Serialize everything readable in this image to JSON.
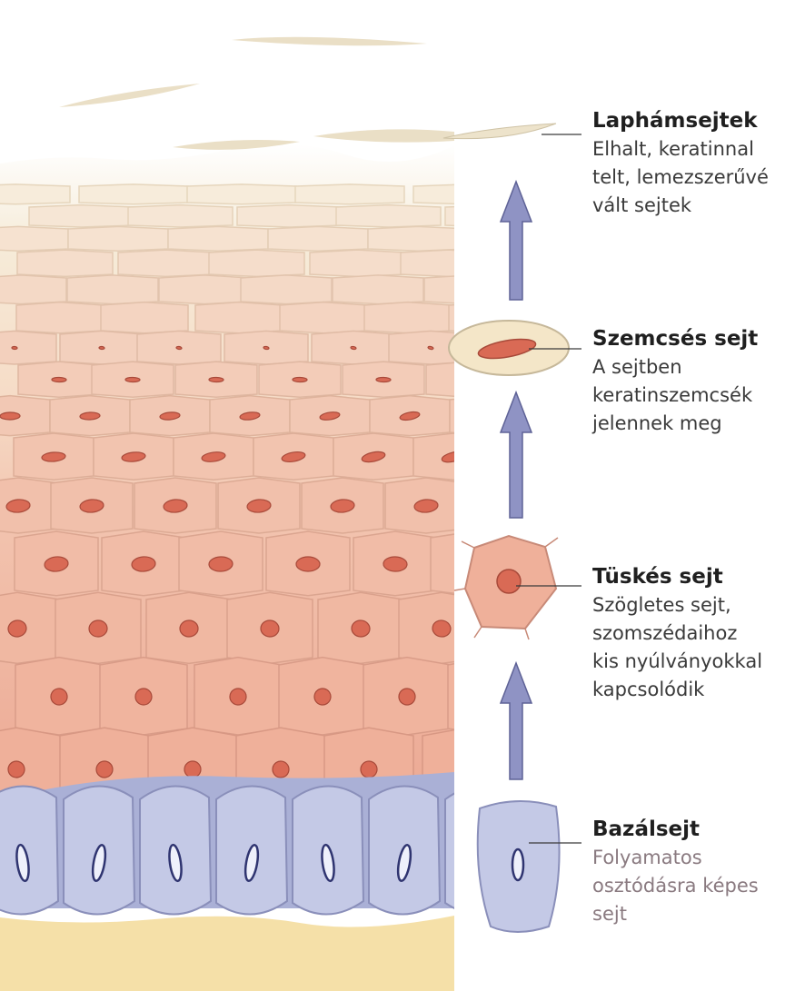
{
  "labels": [
    {
      "title": "Laphámsejtek",
      "desc": "Elhalt, keratinnal\ntelt, lemezszerűvé\nvált sejtek"
    },
    {
      "title": "Szemcsés sejt",
      "desc": "A sejtben\nkeratinszemcsék\njelennek meg"
    },
    {
      "title": "Tüskés sejt",
      "desc": "Szögletes sejt,\nszomszédaihoz\nkis nyúlványokkal\nkapcsolódik"
    },
    {
      "title": "Bazálsejt",
      "desc": "Folyamatos\nosztódásra képes\nsejt"
    }
  ],
  "colors": {
    "arrow": "#8f93c4",
    "arrow_outline": "#5e6296",
    "spinous": "#efb09a",
    "granular": "#f4e1c6",
    "basal": "#c4c9e6",
    "nucleus": "#d96a55",
    "dermis": "#f5e0a8"
  }
}
